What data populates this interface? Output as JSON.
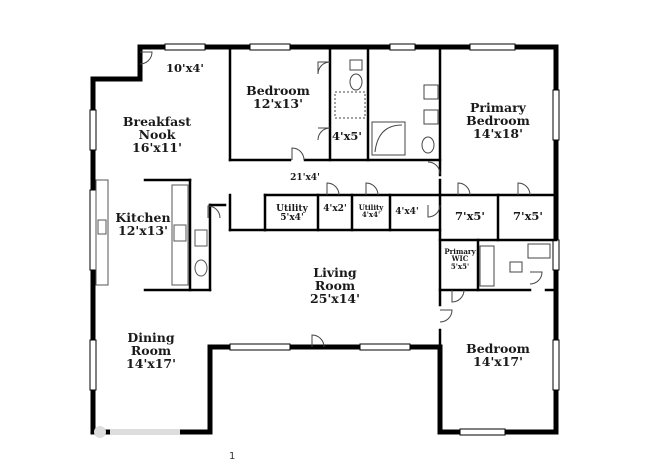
{
  "rooms": {
    "porch": {
      "dim": "10'x4'"
    },
    "breakfast": {
      "name_1": "Breakfast",
      "name_2": "Nook",
      "dim": "16'x11'"
    },
    "bedroom_nw": {
      "name": "Bedroom",
      "dim": "12'x13'"
    },
    "bath_small": {
      "dim": "4'x5'"
    },
    "primary_bedroom": {
      "name_1": "Primary",
      "name_2": "Bedroom",
      "dim": "14'x18'"
    },
    "hall": {
      "dim": "21'x4'"
    },
    "kitchen": {
      "name": "Kitchen",
      "dim": "12'x13'"
    },
    "utility_1": {
      "name": "Utility",
      "dim": "5'x4'"
    },
    "closet_1": {
      "dim": "4'x2'"
    },
    "utility_2": {
      "name": "Utility",
      "dim": "4'x4'"
    },
    "closet_2": {
      "dim": "4'x4'"
    },
    "closet_3": {
      "dim": "7'x5'"
    },
    "closet_4": {
      "dim": "7'x5'"
    },
    "primary_wic": {
      "name_1": "Primary",
      "name_2": "WIC",
      "dim": "5'x5'"
    },
    "living": {
      "name_1": "Living",
      "name_2": "Room",
      "dim": "25'x14'"
    },
    "dining": {
      "name_1": "Dining",
      "name_2": "Room",
      "dim": "14'x17'"
    },
    "bedroom_se": {
      "name": "Bedroom",
      "dim": "14'x17'"
    }
  },
  "footer_mark": "1"
}
